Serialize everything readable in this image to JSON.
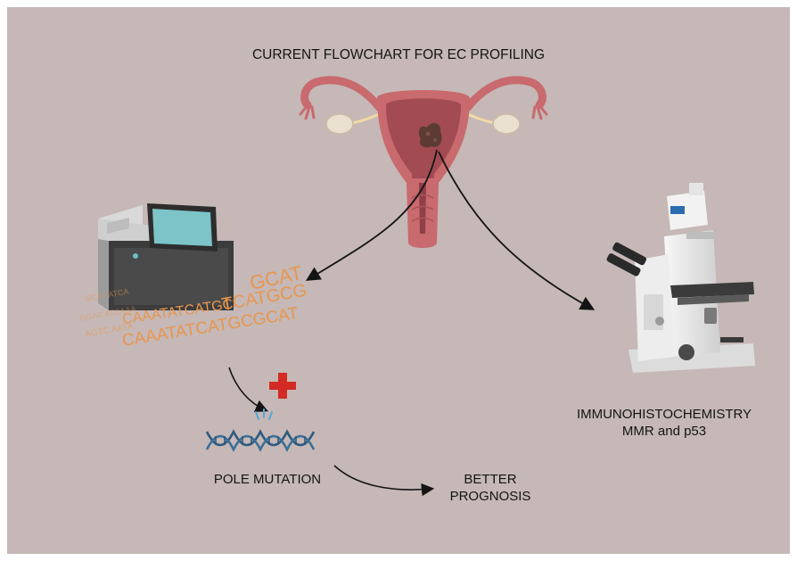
{
  "title": "CURRENT FLOWCHART FOR EC PROFILING",
  "ihc": {
    "line1": "IMMUNOHISTOCHEMISTRY",
    "line2": "MMR and p53"
  },
  "pole_label": "POLE MUTATION",
  "prognosis": {
    "line1": "BETTER",
    "line2": "PROGNOSIS"
  },
  "dna_text": {
    "row1": "GCAT",
    "row2": "TCATGCG",
    "row3": "CAAATATCATGC",
    "row4": "CAAATATCATGCGCAT"
  },
  "colors": {
    "background": "#c5b8b6",
    "sequence_orange": "#e8964f",
    "plus_red": "#d42a24",
    "dna_blue": "#2f5a7f",
    "uterus_red": "#c86a6e"
  }
}
